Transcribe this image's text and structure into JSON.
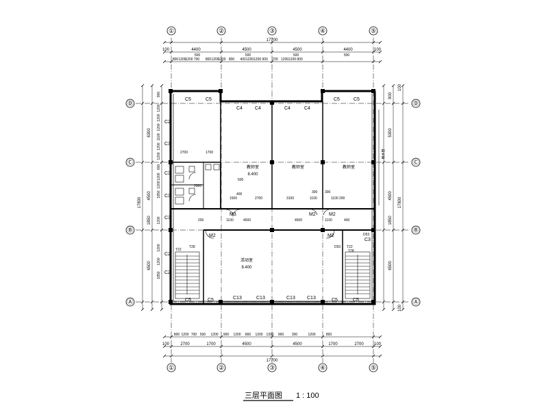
{
  "title": "三层平面图",
  "scale": "1 : 100",
  "axes": {
    "vertical": [
      "①",
      "②",
      "③",
      "④",
      "⑤"
    ],
    "horizontal": [
      "Ⓓ",
      "Ⓒ",
      "Ⓑ",
      "Ⓐ"
    ]
  },
  "top_dims": {
    "total": "17700",
    "spans": [
      "4400",
      "4500",
      "4500",
      "4400"
    ],
    "edge": [
      "100",
      "100"
    ],
    "sub": [
      "500",
      "500",
      "500",
      "500"
    ],
    "details": [
      "800",
      "1200",
      "1200",
      "700",
      "800",
      "1200",
      "1200",
      "800",
      "400",
      "1200",
      "1200",
      "900",
      "700",
      "1200",
      "1200",
      "800"
    ]
  },
  "bottom_dims": {
    "total": "17700",
    "mid": [
      "2700",
      "1700",
      "4500",
      "4500",
      "1700",
      "2700"
    ],
    "edge": [
      "100",
      "100"
    ],
    "details": [
      "800",
      "1200",
      "700",
      "500",
      "1200",
      "900",
      "1200",
      "800",
      "1200",
      "1300",
      "900",
      "300",
      "1200",
      "800"
    ]
  },
  "left_dims": {
    "total": "17800",
    "spans": [
      "6300",
      "4500",
      "1850",
      "6500"
    ],
    "details": [
      "900",
      "1200",
      "1200",
      "1200",
      "1100",
      "1200",
      "1200",
      "600",
      "1200",
      "1200",
      "1850",
      "1200",
      "1200",
      "1200",
      "1850"
    ]
  },
  "right_dims": {
    "total": "17800",
    "spans": [
      "5300",
      "4500",
      "1850",
      "6500"
    ],
    "edge": [
      "100",
      "900",
      "100"
    ]
  },
  "windows": [
    "C5",
    "C5",
    "C4",
    "C4",
    "C4",
    "C4",
    "C5",
    "C5",
    "C2",
    "C3",
    "C3",
    "C3",
    "C2",
    "C2",
    "C5",
    "C5",
    "C13",
    "C13",
    "C13",
    "C13",
    "C5",
    "C5",
    "C3",
    "C3"
  ],
  "doors": [
    "M3",
    "M2",
    "M2",
    "M2",
    "M2"
  ],
  "stairs": [
    "T22",
    "T28",
    "T22",
    "T28"
  ],
  "rooms": [
    {
      "name": "教师室",
      "elev": "8.400"
    },
    {
      "name": "教师室",
      "elev": ""
    },
    {
      "name": "教师室",
      "elev": ""
    },
    {
      "name": "活动室",
      "elev": "8.400"
    }
  ],
  "interior_dims": [
    "2700",
    "1700",
    "1500",
    "2700",
    "3100",
    "4500",
    "4500",
    "2900",
    "1100",
    "1100",
    "1100",
    "200",
    "400",
    "400",
    "300",
    "300",
    "200",
    "1100",
    "500"
  ],
  "annotations": [
    "雨水管",
    "D53",
    "D53"
  ]
}
